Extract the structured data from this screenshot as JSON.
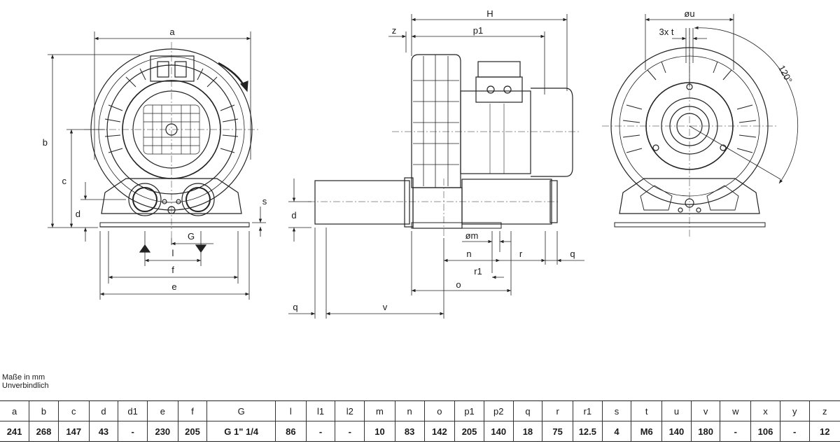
{
  "notes": {
    "units": "Maße in mm",
    "disclaimer": "Unverbindlich"
  },
  "drawing_labels": {
    "front": {
      "a": "a",
      "b": "b",
      "c": "c",
      "d": "d",
      "s": "s",
      "G": "G",
      "l": "l",
      "f": "f",
      "e": "e"
    },
    "side": {
      "H": "H",
      "z": "z",
      "p1": "p1",
      "d": "d",
      "m": "øm",
      "n": "n",
      "r": "r",
      "q_right": "q",
      "r1": "r1",
      "o": "o",
      "q_left": "q",
      "v": "v"
    },
    "rear": {
      "u": "øu",
      "t": "3x t",
      "angle": "120°"
    }
  },
  "table": {
    "headers": [
      "a",
      "b",
      "c",
      "d",
      "d1",
      "e",
      "f",
      "G",
      "l",
      "l1",
      "l2",
      "m",
      "n",
      "o",
      "p1",
      "p2",
      "q",
      "r",
      "r1",
      "s",
      "t",
      "u",
      "v",
      "w",
      "x",
      "y",
      "z"
    ],
    "values": [
      "241",
      "268",
      "147",
      "43",
      "-",
      "230",
      "205",
      "G 1\" 1/4",
      "86",
      "-",
      "-",
      "10",
      "83",
      "142",
      "205",
      "140",
      "18",
      "75",
      "12.5",
      "4",
      "M6",
      "140",
      "180",
      "-",
      "106",
      "-",
      "12"
    ]
  }
}
